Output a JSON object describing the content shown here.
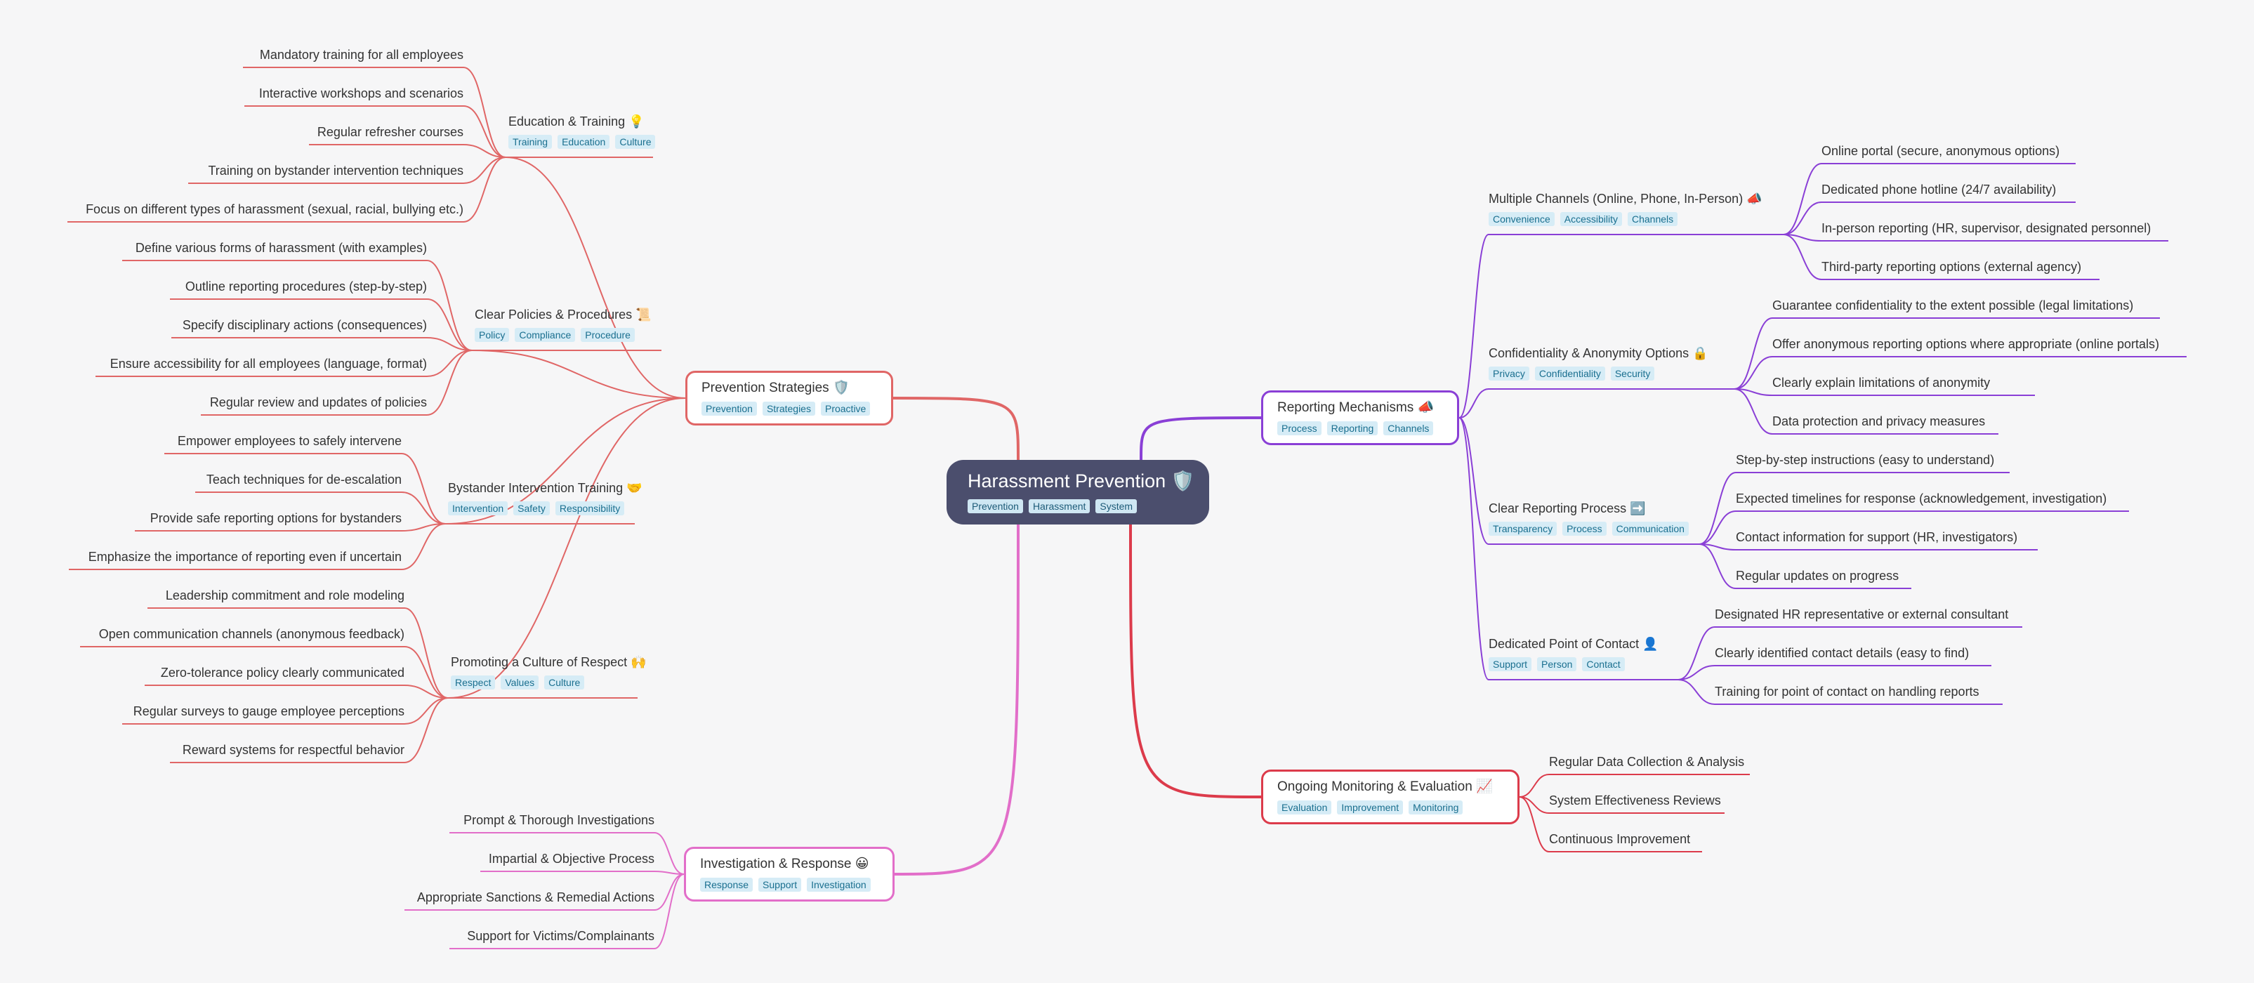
{
  "root": {
    "title": "Harassment Prevention 🛡️",
    "tags": [
      "Prevention",
      "Harassment",
      "System"
    ]
  },
  "branches": [
    {
      "id": "prevention",
      "title": "Prevention Strategies 🛡️",
      "tags": [
        "Prevention",
        "Strategies",
        "Proactive"
      ],
      "color": "#e06666",
      "children": [
        {
          "title": "Education & Training 💡",
          "tags": [
            "Training",
            "Education",
            "Culture"
          ],
          "items": [
            "Mandatory training for all employees",
            "Interactive workshops and scenarios",
            "Regular refresher courses",
            "Training on bystander intervention techniques",
            "Focus on different types of harassment (sexual, racial, bullying etc.)"
          ]
        },
        {
          "title": "Clear Policies & Procedures 📜",
          "tags": [
            "Policy",
            "Compliance",
            "Procedure"
          ],
          "items": [
            "Define various forms of harassment (with examples)",
            "Outline reporting procedures (step-by-step)",
            "Specify disciplinary actions (consequences)",
            "Ensure accessibility for all employees (language, format)",
            "Regular review and updates of policies"
          ]
        },
        {
          "title": "Bystander Intervention Training 🤝",
          "tags": [
            "Intervention",
            "Safety",
            "Responsibility"
          ],
          "items": [
            "Empower employees to safely intervene",
            "Teach techniques for de-escalation",
            "Provide safe reporting options for bystanders",
            "Emphasize the importance of reporting even if uncertain"
          ]
        },
        {
          "title": "Promoting a Culture of Respect 🙌",
          "tags": [
            "Respect",
            "Values",
            "Culture"
          ],
          "items": [
            "Leadership commitment and role modeling",
            "Open communication channels (anonymous feedback)",
            "Zero-tolerance policy clearly communicated",
            "Regular surveys to gauge employee perceptions",
            "Reward systems for respectful behavior"
          ]
        }
      ]
    },
    {
      "id": "investigation",
      "title": "Investigation & Response 😀",
      "tags": [
        "Response",
        "Support",
        "Investigation"
      ],
      "color": "#e26ec9",
      "children": [],
      "items": [
        "Prompt & Thorough Investigations",
        "Impartial & Objective Process",
        "Appropriate Sanctions & Remedial Actions",
        "Support for Victims/Complainants"
      ]
    },
    {
      "id": "reporting",
      "title": "Reporting Mechanisms 📣",
      "tags": [
        "Process",
        "Reporting",
        "Channels"
      ],
      "color": "#8a3fd6",
      "children": [
        {
          "title": "Multiple Channels (Online, Phone, In-Person) 📣",
          "tags": [
            "Convenience",
            "Accessibility",
            "Channels"
          ],
          "items": [
            "Online portal (secure, anonymous options)",
            "Dedicated phone hotline (24/7 availability)",
            "In-person reporting (HR, supervisor, designated personnel)",
            "Third-party reporting options (external agency)"
          ]
        },
        {
          "title": "Confidentiality & Anonymity Options 🔒",
          "tags": [
            "Privacy",
            "Confidentiality",
            "Security"
          ],
          "items": [
            "Guarantee confidentiality to the extent possible (legal limitations)",
            "Offer anonymous reporting options where appropriate (online portals)",
            "Clearly explain limitations of anonymity",
            "Data protection and privacy measures"
          ]
        },
        {
          "title": "Clear Reporting Process ➡️",
          "tags": [
            "Transparency",
            "Process",
            "Communication"
          ],
          "items": [
            "Step-by-step instructions (easy to understand)",
            "Expected timelines for response (acknowledgement, investigation)",
            "Contact information for support (HR, investigators)",
            "Regular updates on progress"
          ]
        },
        {
          "title": "Dedicated Point of Contact 👤",
          "tags": [
            "Support",
            "Person",
            "Contact"
          ],
          "items": [
            "Designated HR representative or external consultant",
            "Clearly identified contact details (easy to find)",
            "Training for point of contact on handling reports"
          ]
        }
      ]
    },
    {
      "id": "monitoring",
      "title": "Ongoing Monitoring & Evaluation 📈",
      "tags": [
        "Evaluation",
        "Improvement",
        "Monitoring"
      ],
      "color": "#dc3b4b",
      "children": [],
      "items": [
        "Regular Data Collection & Analysis",
        "System Effectiveness Reviews",
        "Continuous Improvement"
      ]
    }
  ]
}
